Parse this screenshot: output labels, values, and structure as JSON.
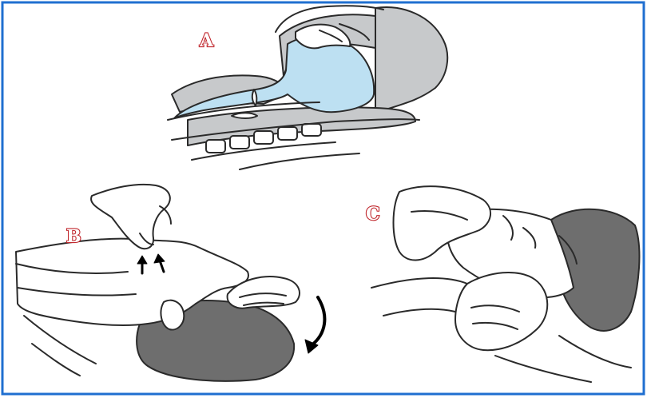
{
  "panels": [
    {
      "id": "A",
      "label": "A"
    },
    {
      "id": "B",
      "label": "B"
    },
    {
      "id": "C",
      "label": "C"
    }
  ],
  "colors": {
    "frame": "#1f6fd0",
    "label": "#c0272d",
    "airway_fill": "#bde0f2",
    "tissue_gray": "#c7c9cb",
    "hair_gray": "#6e6e6e",
    "line": "#2a2a2a"
  }
}
